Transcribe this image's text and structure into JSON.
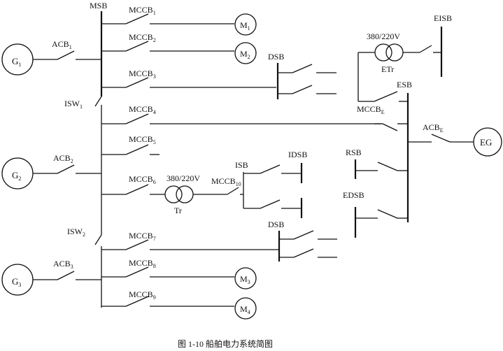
{
  "labels": {
    "msb": "MSB",
    "mccb1": "MCCB",
    "mccb1_sub": "1",
    "mccb2": "MCCB",
    "mccb2_sub": "2",
    "mccb3": "MCCB",
    "mccb3_sub": "3",
    "mccb4": "MCCB",
    "mccb4_sub": "4",
    "mccb5": "MCCB",
    "mccb5_sub": "5",
    "mccb6": "MCCB",
    "mccb6_sub": "6",
    "mccb7": "MCCB",
    "mccb7_sub": "7",
    "mccb8": "MCCB",
    "mccb8_sub": "8",
    "mccb9": "MCCB",
    "mccb9_sub": "9",
    "mccb10": "MCCB",
    "mccb10_sub": "10",
    "mccb_e": "MCCB",
    "mccb_e_sub": "E",
    "acb1": "ACB",
    "acb1_sub": "1",
    "acb2": "ACB",
    "acb2_sub": "2",
    "acb3": "ACB",
    "acb3_sub": "3",
    "acb_e": "ACB",
    "acb_e_sub": "E",
    "isw1": "ISW",
    "isw1_sub": "1",
    "isw2": "ISW",
    "isw2_sub": "2",
    "g1": "G",
    "g1_sub": "1",
    "g2": "G",
    "g2_sub": "2",
    "g3": "G",
    "g3_sub": "3",
    "m1": "M",
    "m1_sub": "1",
    "m2": "M",
    "m2_sub": "2",
    "m3": "M",
    "m3_sub": "3",
    "m4": "M",
    "m4_sub": "4",
    "eg": "EG",
    "dsb1": "DSB",
    "dsb2": "DSB",
    "esb": "ESB",
    "eisb": "EISB",
    "etr_voltage": "380/220V",
    "etr": "ETr",
    "tr_voltage": "380/220V",
    "tr": "Tr",
    "isb": "ISB",
    "idsb": "IDSB",
    "rsb": "RSB",
    "edsb": "EDSB"
  },
  "caption": "图 1-10    船舶电力系统简图"
}
